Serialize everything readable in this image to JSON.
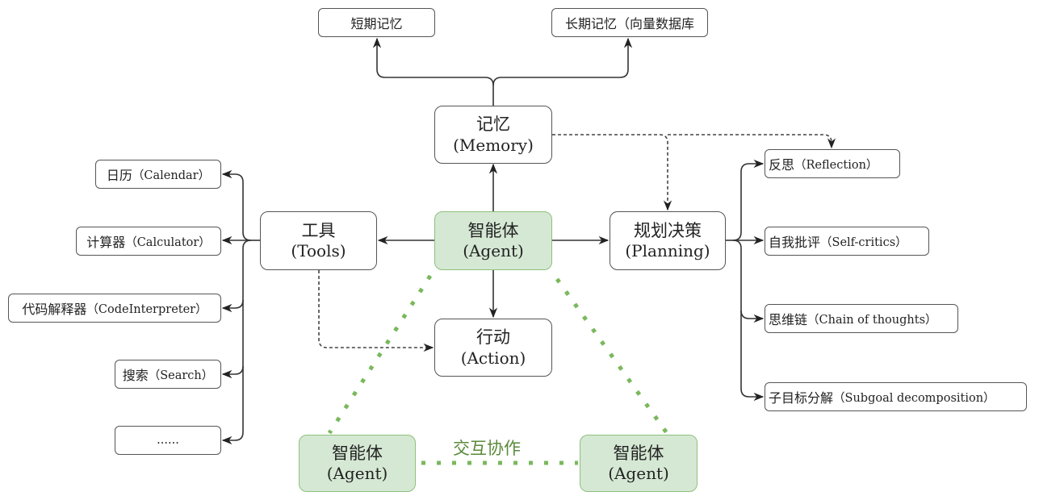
{
  "colors": {
    "agent_fill": "#d5e8d4",
    "agent_border": "#8fc17b",
    "collab_line": "#7ab85c",
    "collab_text": "#5a8a3a",
    "edge": "#333333"
  },
  "center": {
    "agent": {
      "zh": "智能体",
      "en": "(Agent)"
    },
    "memory": {
      "zh": "记忆",
      "en": "(Memory)"
    },
    "tools": {
      "zh": "工具",
      "en": "(Tools)"
    },
    "planning": {
      "zh": "规划决策",
      "en": "(Planning)"
    },
    "action": {
      "zh": "行动",
      "en": "(Action)"
    }
  },
  "memory_children": [
    {
      "zh": "短期记忆",
      "en": ""
    },
    {
      "zh": "长期记忆（向量数据库",
      "en": ""
    }
  ],
  "tools_children": [
    {
      "zh": "日历",
      "en": "（Calendar）"
    },
    {
      "zh": "计算器",
      "en": "（Calculator）"
    },
    {
      "zh": "代码解释器",
      "en": "（CodeInterpreter）"
    },
    {
      "zh": "搜索",
      "en": "（Search）"
    },
    {
      "zh": "",
      "en": "......"
    }
  ],
  "planning_children": [
    {
      "zh": "反思",
      "en": "（Reflection）"
    },
    {
      "zh": "自我批评",
      "en": "（Self-critics）"
    },
    {
      "zh": "思维链",
      "en": "（Chain of thoughts）"
    },
    {
      "zh": "子目标分解",
      "en": "（Subgoal decomposition）"
    }
  ],
  "peer_agents": [
    {
      "zh": "智能体",
      "en": "(Agent)"
    },
    {
      "zh": "智能体",
      "en": "(Agent)"
    }
  ],
  "collaboration_label": "交互协作"
}
